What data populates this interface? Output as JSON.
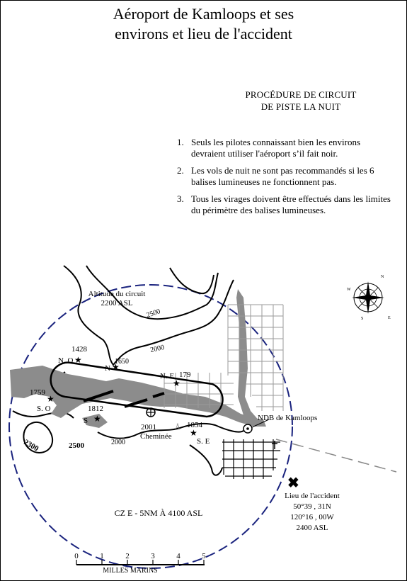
{
  "title": {
    "line1": "Aéroport de Kamloops et ses",
    "line2": "environs et lieu de l'accident"
  },
  "procedure": {
    "heading_line1": "PROCÉDURE DE CIRCUIT",
    "heading_line2": "DE PISTE LA NUIT",
    "rules": [
      {
        "num": "1.",
        "text": "Seuls les pilotes connaissant bien les environs devraient utiliser l'aéroport s’il fait noir."
      },
      {
        "num": "2.",
        "text": "Les vols de nuit ne sont pas recommandés si les 6 balises lumineuses ne fonctionnent pas."
      },
      {
        "num": "3.",
        "text": "Tous les virages doivent être effectués dans les limites du périmètre des balises lumineuses."
      }
    ]
  },
  "map": {
    "circuit_altitude_line1": "Altitude du circuit",
    "circuit_altitude_line2": "2200 ASL",
    "contours": [
      "2500",
      "2000",
      "2000",
      "2300",
      "2500"
    ],
    "beacons": {
      "no_elev": "1428",
      "no_label": "N. O",
      "n_elev": "1650",
      "n_label": "N",
      "ne_elev": "179",
      "ne_label": "N. E",
      "so_elev": "1759",
      "so_label": "S. O",
      "s_elev": "1812",
      "s_label": "S",
      "se_elev": "1854",
      "se_label": "S. E"
    },
    "chimney_elev": "2001",
    "chimney_label": "Cheminée",
    "ndb_label": "NDB de Kamloops",
    "cz_label": "CZ  E - 5NM À 4100 ASL",
    "accident": {
      "line1": "Lieu de l'accident",
      "line2": "50°39 , 31N",
      "line3": "120°16 , 00W",
      "line4": "2400 ASL"
    },
    "scale": {
      "ticks": [
        "0",
        "1",
        "2",
        "3",
        "4",
        "5"
      ],
      "label": "MILLES MARINS"
    },
    "compass_letters": [
      "N",
      "E",
      "S",
      "W"
    ],
    "colors": {
      "cz_circle": "#1a237e",
      "river": "#8c8c8c",
      "grid": "#9a9a9a",
      "ink": "#000000"
    }
  }
}
